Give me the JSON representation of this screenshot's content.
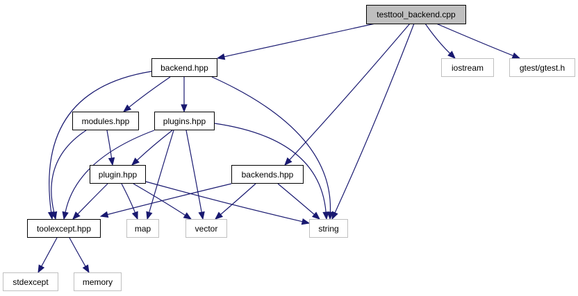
{
  "colors": {
    "edge": "#191970",
    "root_fill": "#bfbfbf",
    "system_border": "#bfbfbf",
    "local_border": "#000000"
  },
  "nodes": {
    "root": {
      "label": "testtool_backend.cpp",
      "kind": "root"
    },
    "backend": {
      "label": "backend.hpp",
      "kind": "local"
    },
    "iostream": {
      "label": "iostream",
      "kind": "system"
    },
    "gtest": {
      "label": "gtest/gtest.h",
      "kind": "system"
    },
    "modules": {
      "label": "modules.hpp",
      "kind": "local"
    },
    "plugins": {
      "label": "plugins.hpp",
      "kind": "local"
    },
    "plugin": {
      "label": "plugin.hpp",
      "kind": "local"
    },
    "backends": {
      "label": "backends.hpp",
      "kind": "local"
    },
    "toolexcept": {
      "label": "toolexcept.hpp",
      "kind": "local"
    },
    "map": {
      "label": "map",
      "kind": "system"
    },
    "vector": {
      "label": "vector",
      "kind": "system"
    },
    "string": {
      "label": "string",
      "kind": "system"
    },
    "stdexcept": {
      "label": "stdexcept",
      "kind": "system"
    },
    "memory": {
      "label": "memory",
      "kind": "system"
    }
  },
  "edges": [
    [
      "root",
      "backend"
    ],
    [
      "root",
      "iostream"
    ],
    [
      "root",
      "gtest"
    ],
    [
      "root",
      "backends"
    ],
    [
      "root",
      "string"
    ],
    [
      "backend",
      "modules"
    ],
    [
      "backend",
      "plugins"
    ],
    [
      "backend",
      "toolexcept"
    ],
    [
      "backend",
      "string"
    ],
    [
      "modules",
      "plugin"
    ],
    [
      "modules",
      "toolexcept"
    ],
    [
      "plugins",
      "plugin"
    ],
    [
      "plugins",
      "toolexcept"
    ],
    [
      "plugins",
      "map"
    ],
    [
      "plugins",
      "vector"
    ],
    [
      "plugins",
      "string"
    ],
    [
      "plugin",
      "toolexcept"
    ],
    [
      "plugin",
      "map"
    ],
    [
      "plugin",
      "vector"
    ],
    [
      "plugin",
      "string"
    ],
    [
      "backends",
      "toolexcept"
    ],
    [
      "backends",
      "vector"
    ],
    [
      "backends",
      "string"
    ],
    [
      "toolexcept",
      "stdexcept"
    ],
    [
      "toolexcept",
      "memory"
    ]
  ]
}
